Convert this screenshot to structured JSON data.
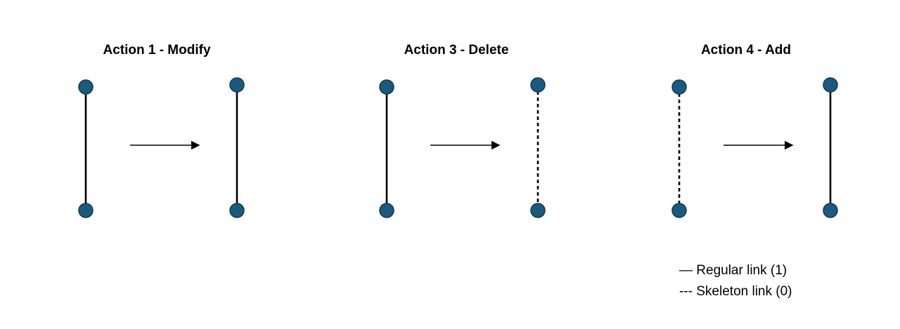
{
  "panels": [
    {
      "title": "Action 1 - Modify",
      "before_link": "regular",
      "after_link": "regular"
    },
    {
      "title": "Action 3 - Delete",
      "before_link": "regular",
      "after_link": "skeleton"
    },
    {
      "title": "Action 4 - Add",
      "before_link": "skeleton",
      "after_link": "regular"
    }
  ],
  "legend": {
    "regular": "— Regular link (1)",
    "skeleton": "--- Skeleton link (0)"
  },
  "colors": {
    "node_fill": "#1b5a7c",
    "node_stroke": "#0e3a52",
    "line": "#000000"
  }
}
